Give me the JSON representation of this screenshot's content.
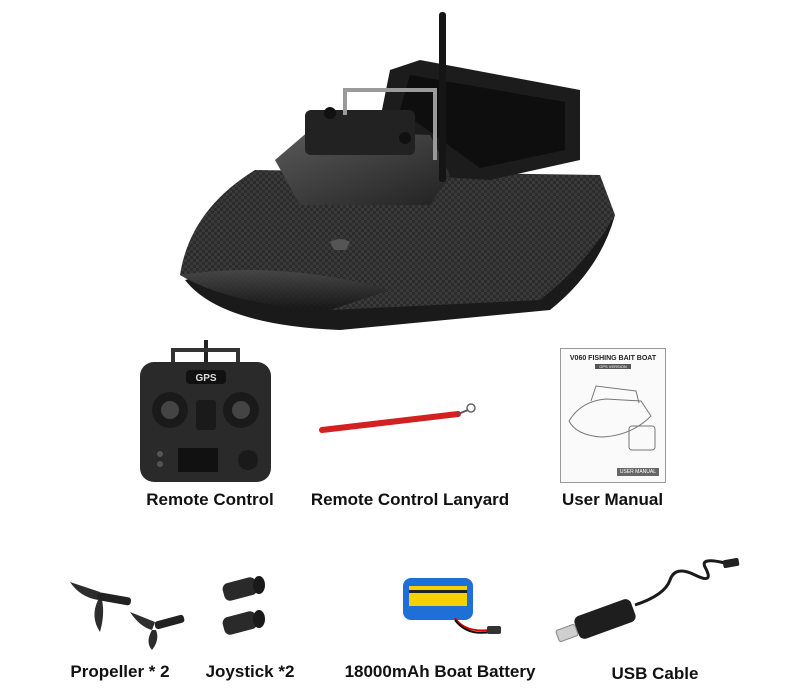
{
  "items": {
    "remote": {
      "label": "Remote Control",
      "screen_text": "GPS"
    },
    "lanyard": {
      "label": "Remote Control Lanyard"
    },
    "manual": {
      "label": "User Manual",
      "cover_title": "V060 FISHING BAIT BOAT",
      "cover_subtitle": "GPS VERSION",
      "cover_footer": "USER MANUAL"
    },
    "propeller": {
      "label": "Propeller * 2"
    },
    "joystick": {
      "label": "Joystick *2"
    },
    "battery": {
      "label": "18000mAh Boat Battery"
    },
    "usb": {
      "label": "USB Cable"
    }
  },
  "colors": {
    "boat_body": "#2a2a2a",
    "lanyard": "#d42020",
    "battery": "#1e6fd6",
    "text": "#111111"
  }
}
